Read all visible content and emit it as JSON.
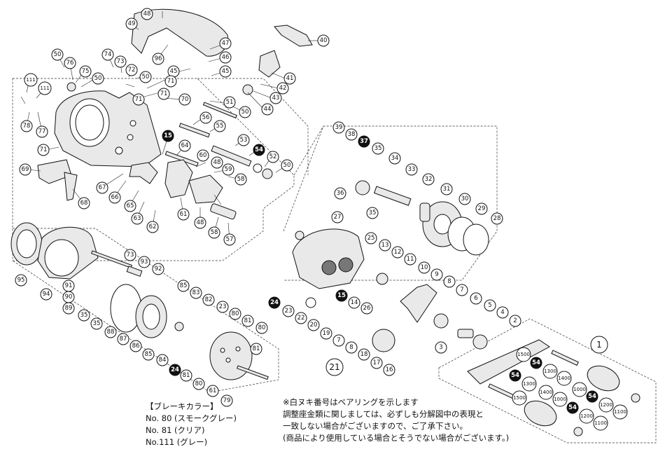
{
  "callouts": {
    "c1": "1",
    "c2": "2",
    "c3": "3",
    "c4": "4",
    "c5": "5",
    "c6": "6",
    "c7": "7",
    "c8": "8",
    "c9": "9",
    "c10": "10",
    "c11": "11",
    "c12": "12",
    "c13": "13",
    "c14": "14",
    "c15a": "15",
    "c15b": "15",
    "c16": "16",
    "c17": "17",
    "c18": "18",
    "c19": "19",
    "c20": "20",
    "c21": "21",
    "c22": "22",
    "c23a": "23",
    "c23b": "23",
    "c24a": "24",
    "c24b": "24",
    "c25": "25",
    "c26": "26",
    "c27": "27",
    "c28": "28",
    "c29": "29",
    "c30": "30",
    "c31": "31",
    "c32": "32",
    "c33": "33",
    "c34": "34",
    "c35a": "35",
    "c35b": "35",
    "c35c": "35",
    "c35d": "35",
    "c36": "36",
    "c37": "37",
    "c38": "38",
    "c39": "39",
    "c40": "40",
    "c41": "41",
    "c42": "42",
    "c43": "43",
    "c44": "44",
    "c45a": "45",
    "c45b": "45",
    "c46": "46",
    "c47": "47",
    "c48a": "48",
    "c48b": "48",
    "c48c": "48",
    "c49": "49",
    "c50a": "50",
    "c50b": "50",
    "c50c": "50",
    "c50d": "50",
    "c50e": "50",
    "c51": "51",
    "c52": "52",
    "c53": "53",
    "c54a": "54",
    "c54b": "54",
    "c54c": "54",
    "c54d": "54",
    "c54e": "54",
    "c55": "55",
    "c56": "56",
    "c57": "57",
    "c58a": "58",
    "c58b": "58",
    "c59": "59",
    "c60": "60",
    "c61": "61",
    "c62": "62",
    "c63": "63",
    "c64": "64",
    "c65": "65",
    "c66": "66",
    "c67": "67",
    "c68": "68",
    "c69": "69",
    "c70": "70",
    "c71a": "71",
    "c71b": "71",
    "c71c": "71",
    "c71d": "71",
    "c72": "72",
    "c73a": "73",
    "c73b": "73",
    "c74": "74",
    "c75": "75",
    "c76": "76",
    "c77": "77",
    "c78": "78",
    "c79": "79",
    "c80a": "80",
    "c80b": "80",
    "c80c": "80",
    "c81a": "81",
    "c81b": "81",
    "c81c": "81",
    "c82": "82",
    "c83": "83",
    "c84": "84",
    "c85a": "85",
    "c85b": "85",
    "c86": "86",
    "c87": "87",
    "c88": "88",
    "c89": "89",
    "c90": "90",
    "c91": "91",
    "c92": "92",
    "c93": "93",
    "c94": "94",
    "c95": "95",
    "c96": "96",
    "c111a": "111",
    "c111b": "111",
    "c1000a": "1000",
    "c1000b": "1000",
    "c1100a": "1100",
    "c1100b": "1100",
    "c1200a": "1200",
    "c1200b": "1200",
    "c1300a": "1300",
    "c1300b": "1300",
    "c1400a": "1400",
    "c1400b": "1400",
    "c1500a": "1500",
    "c1500b": "1500"
  },
  "notes": {
    "brake_heading": "【ブレーキカラー】",
    "brake_80": "No. 80 (スモークグレー)",
    "brake_81": "No. 81 (クリア)",
    "brake_111": "No.111 (グレー)",
    "bearing_note": "※白ヌキ番号はベアリングを示します",
    "adjust_note_1": "調整座金類に関しましては、必ずしも分解図中の表現と",
    "adjust_note_2": "一致しない場合がございますので、ご了承下さい。",
    "product_note": "(商品により使用している場合とそうでない場合がございます。)"
  }
}
